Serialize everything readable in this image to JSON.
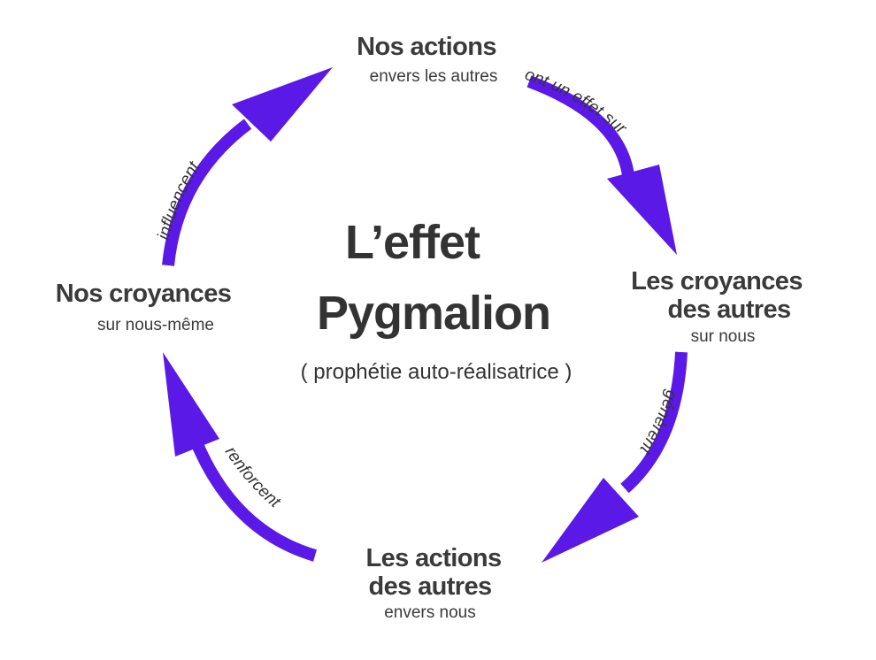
{
  "center": {
    "title_line1": "L’effet",
    "title_line2": "Pygmalion",
    "subtitle": "( prophétie auto-réalisatrice )"
  },
  "nodes": {
    "top": {
      "title": "Nos actions",
      "subtitle": "envers les autres"
    },
    "right": {
      "title_line1": "Les croyances",
      "title_line2": "des autres",
      "subtitle": "sur nous"
    },
    "bottom": {
      "title_line1": "Les actions",
      "title_line2": "des autres",
      "subtitle": "envers nous"
    },
    "left": {
      "title": "Nos croyances",
      "subtitle": "sur nous-même"
    }
  },
  "arrows": {
    "top_right": "ont un effet sur",
    "right_bottom": "génèrent",
    "bottom_left": "renforcent",
    "left_top": "influencent"
  },
  "colors": {
    "arrow": "#5a19e6",
    "text": "#3a3a3a",
    "background": "#ffffff"
  }
}
